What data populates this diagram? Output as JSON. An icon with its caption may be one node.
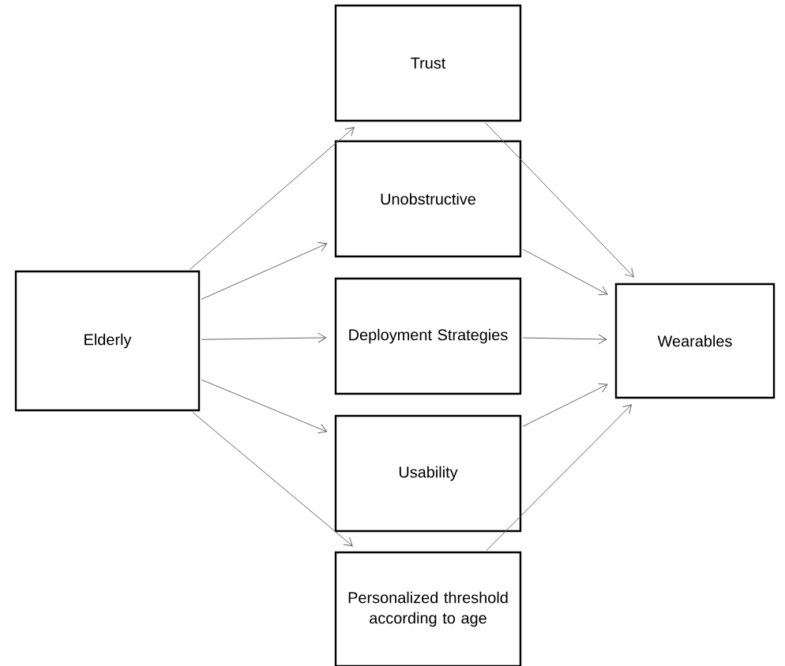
{
  "diagram": {
    "nodes": [
      {
        "text": [
          "Elderly"
        ]
      },
      {
        "text": [
          "Trust"
        ]
      },
      {
        "text": [
          "Unobstructive"
        ]
      },
      {
        "text": [
          "Deployment Strategies"
        ]
      },
      {
        "text": [
          "Usability"
        ]
      },
      {
        "text": [
          "Personalized threshold according to age"
        ]
      },
      {
        "text": [
          "Wearables"
        ]
      }
    ],
    "edges": [
      {
        "from": 0,
        "to": 1,
        "arrow": "to"
      },
      {
        "from": 0,
        "to": 2,
        "arrow": "to"
      },
      {
        "from": 0,
        "to": 3,
        "arrow": "to"
      },
      {
        "from": 0,
        "to": 4,
        "arrow": "to"
      },
      {
        "from": 0,
        "to": 5,
        "arrow": "to"
      },
      {
        "from": 1,
        "to": 6,
        "arrow": "to"
      },
      {
        "from": 2,
        "to": 6,
        "arrow": "to"
      },
      {
        "from": 3,
        "to": 6,
        "arrow": "to"
      },
      {
        "from": 4,
        "to": 6,
        "arrow": "to"
      },
      {
        "from": 5,
        "to": 6,
        "arrow": "to"
      }
    ]
  }
}
